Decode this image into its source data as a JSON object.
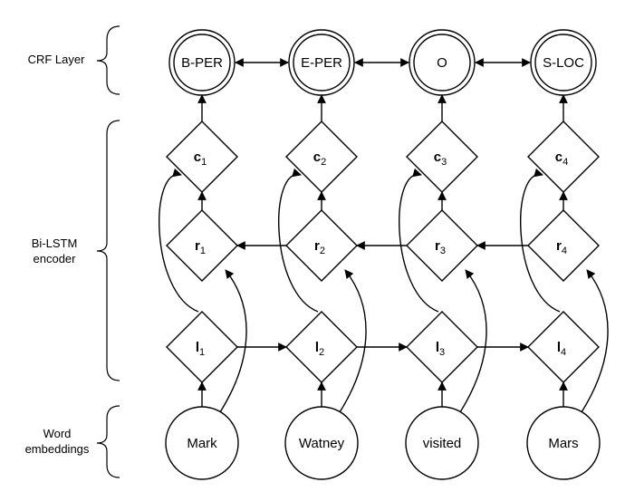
{
  "sections": {
    "crf": "CRF Layer",
    "bilstm_line1": "Bi-LSTM",
    "bilstm_line2": "encoder",
    "word_line1": "Word",
    "word_line2": "embeddings"
  },
  "columns": [
    {
      "word": "Mark",
      "l": "l",
      "r": "r",
      "c": "c",
      "index": "1",
      "tag": "B-PER"
    },
    {
      "word": "Watney",
      "l": "l",
      "r": "r",
      "c": "c",
      "index": "2",
      "tag": "E-PER"
    },
    {
      "word": "visited",
      "l": "l",
      "r": "r",
      "c": "c",
      "index": "3",
      "tag": "O"
    },
    {
      "word": "Mars",
      "l": "l",
      "r": "r",
      "c": "c",
      "index": "4",
      "tag": "S-LOC"
    }
  ]
}
